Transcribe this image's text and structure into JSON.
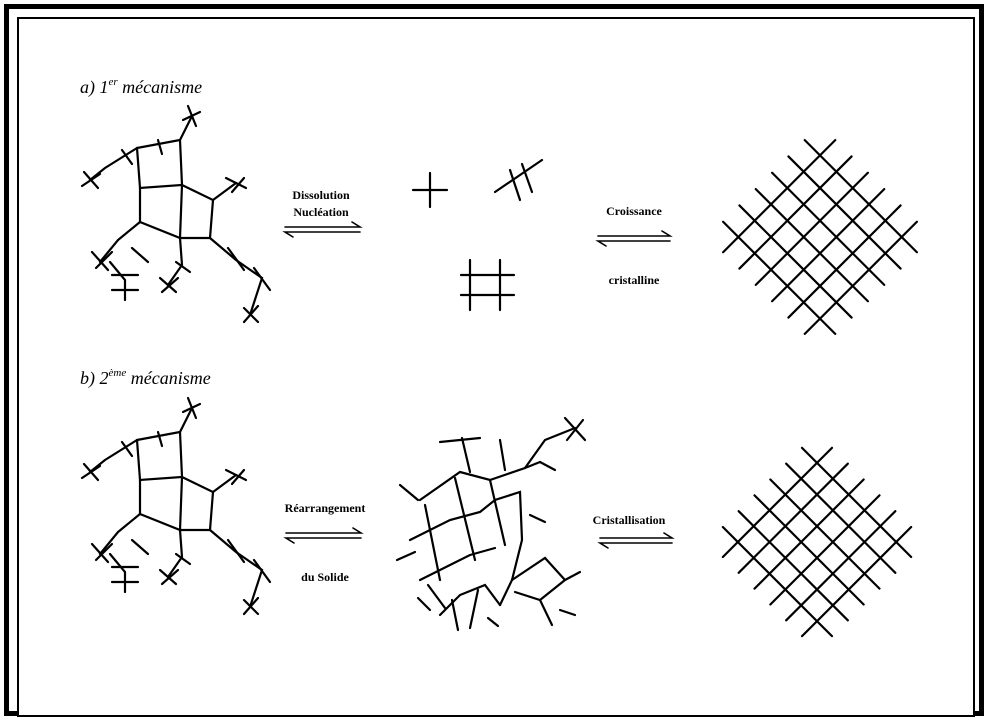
{
  "titles": {
    "a": {
      "prefix": "a) 1",
      "sup": "er",
      "suffix": " mécanisme"
    },
    "b": {
      "prefix": "b) 2",
      "sup": "ème",
      "suffix": " mécanisme"
    }
  },
  "labels": {
    "dissolution": "Dissolution",
    "nucleation": "Nucléation",
    "croissance": "Croissance",
    "cristalline": "cristalline",
    "rearrangement": "Réarrangement",
    "du_solide": "du Solide",
    "cristallisation": "Cristallisation"
  }
}
